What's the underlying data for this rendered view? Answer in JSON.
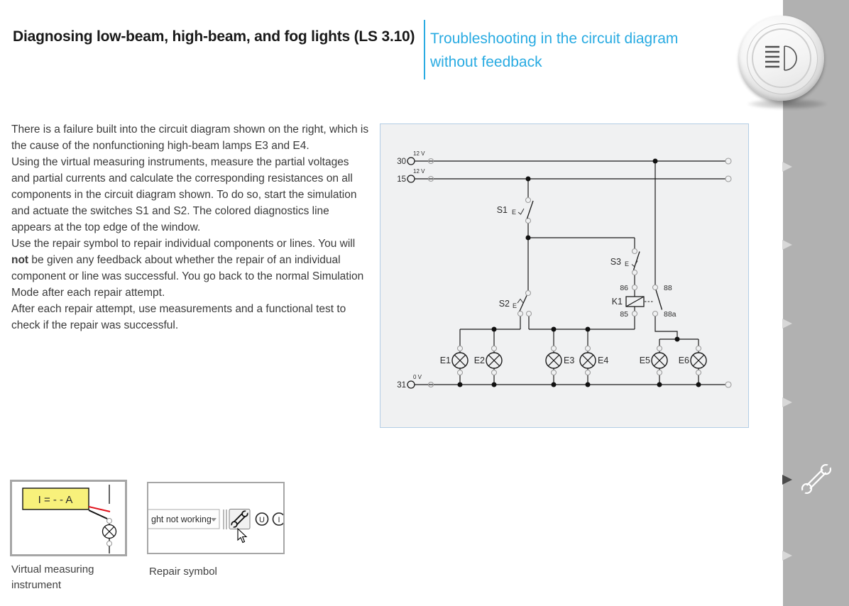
{
  "header": {
    "title": "Diagnosing low-beam, high-beam, and fog lights (LS 3.10)",
    "subtitle": "Troubleshooting in the circuit diagram without feedback"
  },
  "instructions": {
    "paragraphs": [
      [
        {
          "text": "There is a failure built into the circuit diagram shown on the right, which is the cause of the nonfunctioning high-beam lamps E3 and E4."
        }
      ],
      [
        {
          "text": "Using the virtual measuring instruments, measure the partial voltages and partial currents and calculate the corresponding resistances on all components in the circuit diagram shown. To do so, start the simulation and actuate the switches S1 and S2. The colored diagnostics line appears at the top edge of the window."
        }
      ],
      [
        {
          "text": "Use the repair symbol to repair individual components or lines. You will "
        },
        {
          "text": "not",
          "bold": true
        },
        {
          "text": " be given any feedback about whether the repair of an individual component or line was successful. You go back to the normal Simulation Mode after each repair attempt."
        }
      ],
      [
        {
          "text": "After each repair attempt, use measurements and a functional test to check if the repair was successful."
        }
      ]
    ]
  },
  "circuit_panel": {
    "rails": [
      {
        "terminal": "30",
        "voltage": "12 V"
      },
      {
        "terminal": "15",
        "voltage": "12 V"
      },
      {
        "terminal": "31",
        "voltage": "0 V"
      }
    ],
    "switches": {
      "s1": "S1",
      "s2": "S2",
      "s3": "S3"
    },
    "actuator": "E",
    "relay": {
      "name": "K1",
      "pin_86": "86",
      "pin_85": "85",
      "pin_88": "88",
      "pin_88a": "88a"
    },
    "lamps": {
      "e1": "E1",
      "e2": "E2",
      "e3": "E3",
      "e4": "E4",
      "e5": "E5",
      "e6": "E6"
    }
  },
  "legend": {
    "instrument": {
      "display": "I = - - A",
      "caption": "Virtual measuring instrument"
    },
    "repair": {
      "dropdown_text": "ght not working",
      "button_u": "U",
      "button_i": "I",
      "caption": "Repair symbol"
    }
  },
  "colors": {
    "accent": "#29abe2",
    "sidebar": "#b1b1b1",
    "highlight_yellow": "#f8f17b",
    "probe_red": "#e0111b"
  }
}
